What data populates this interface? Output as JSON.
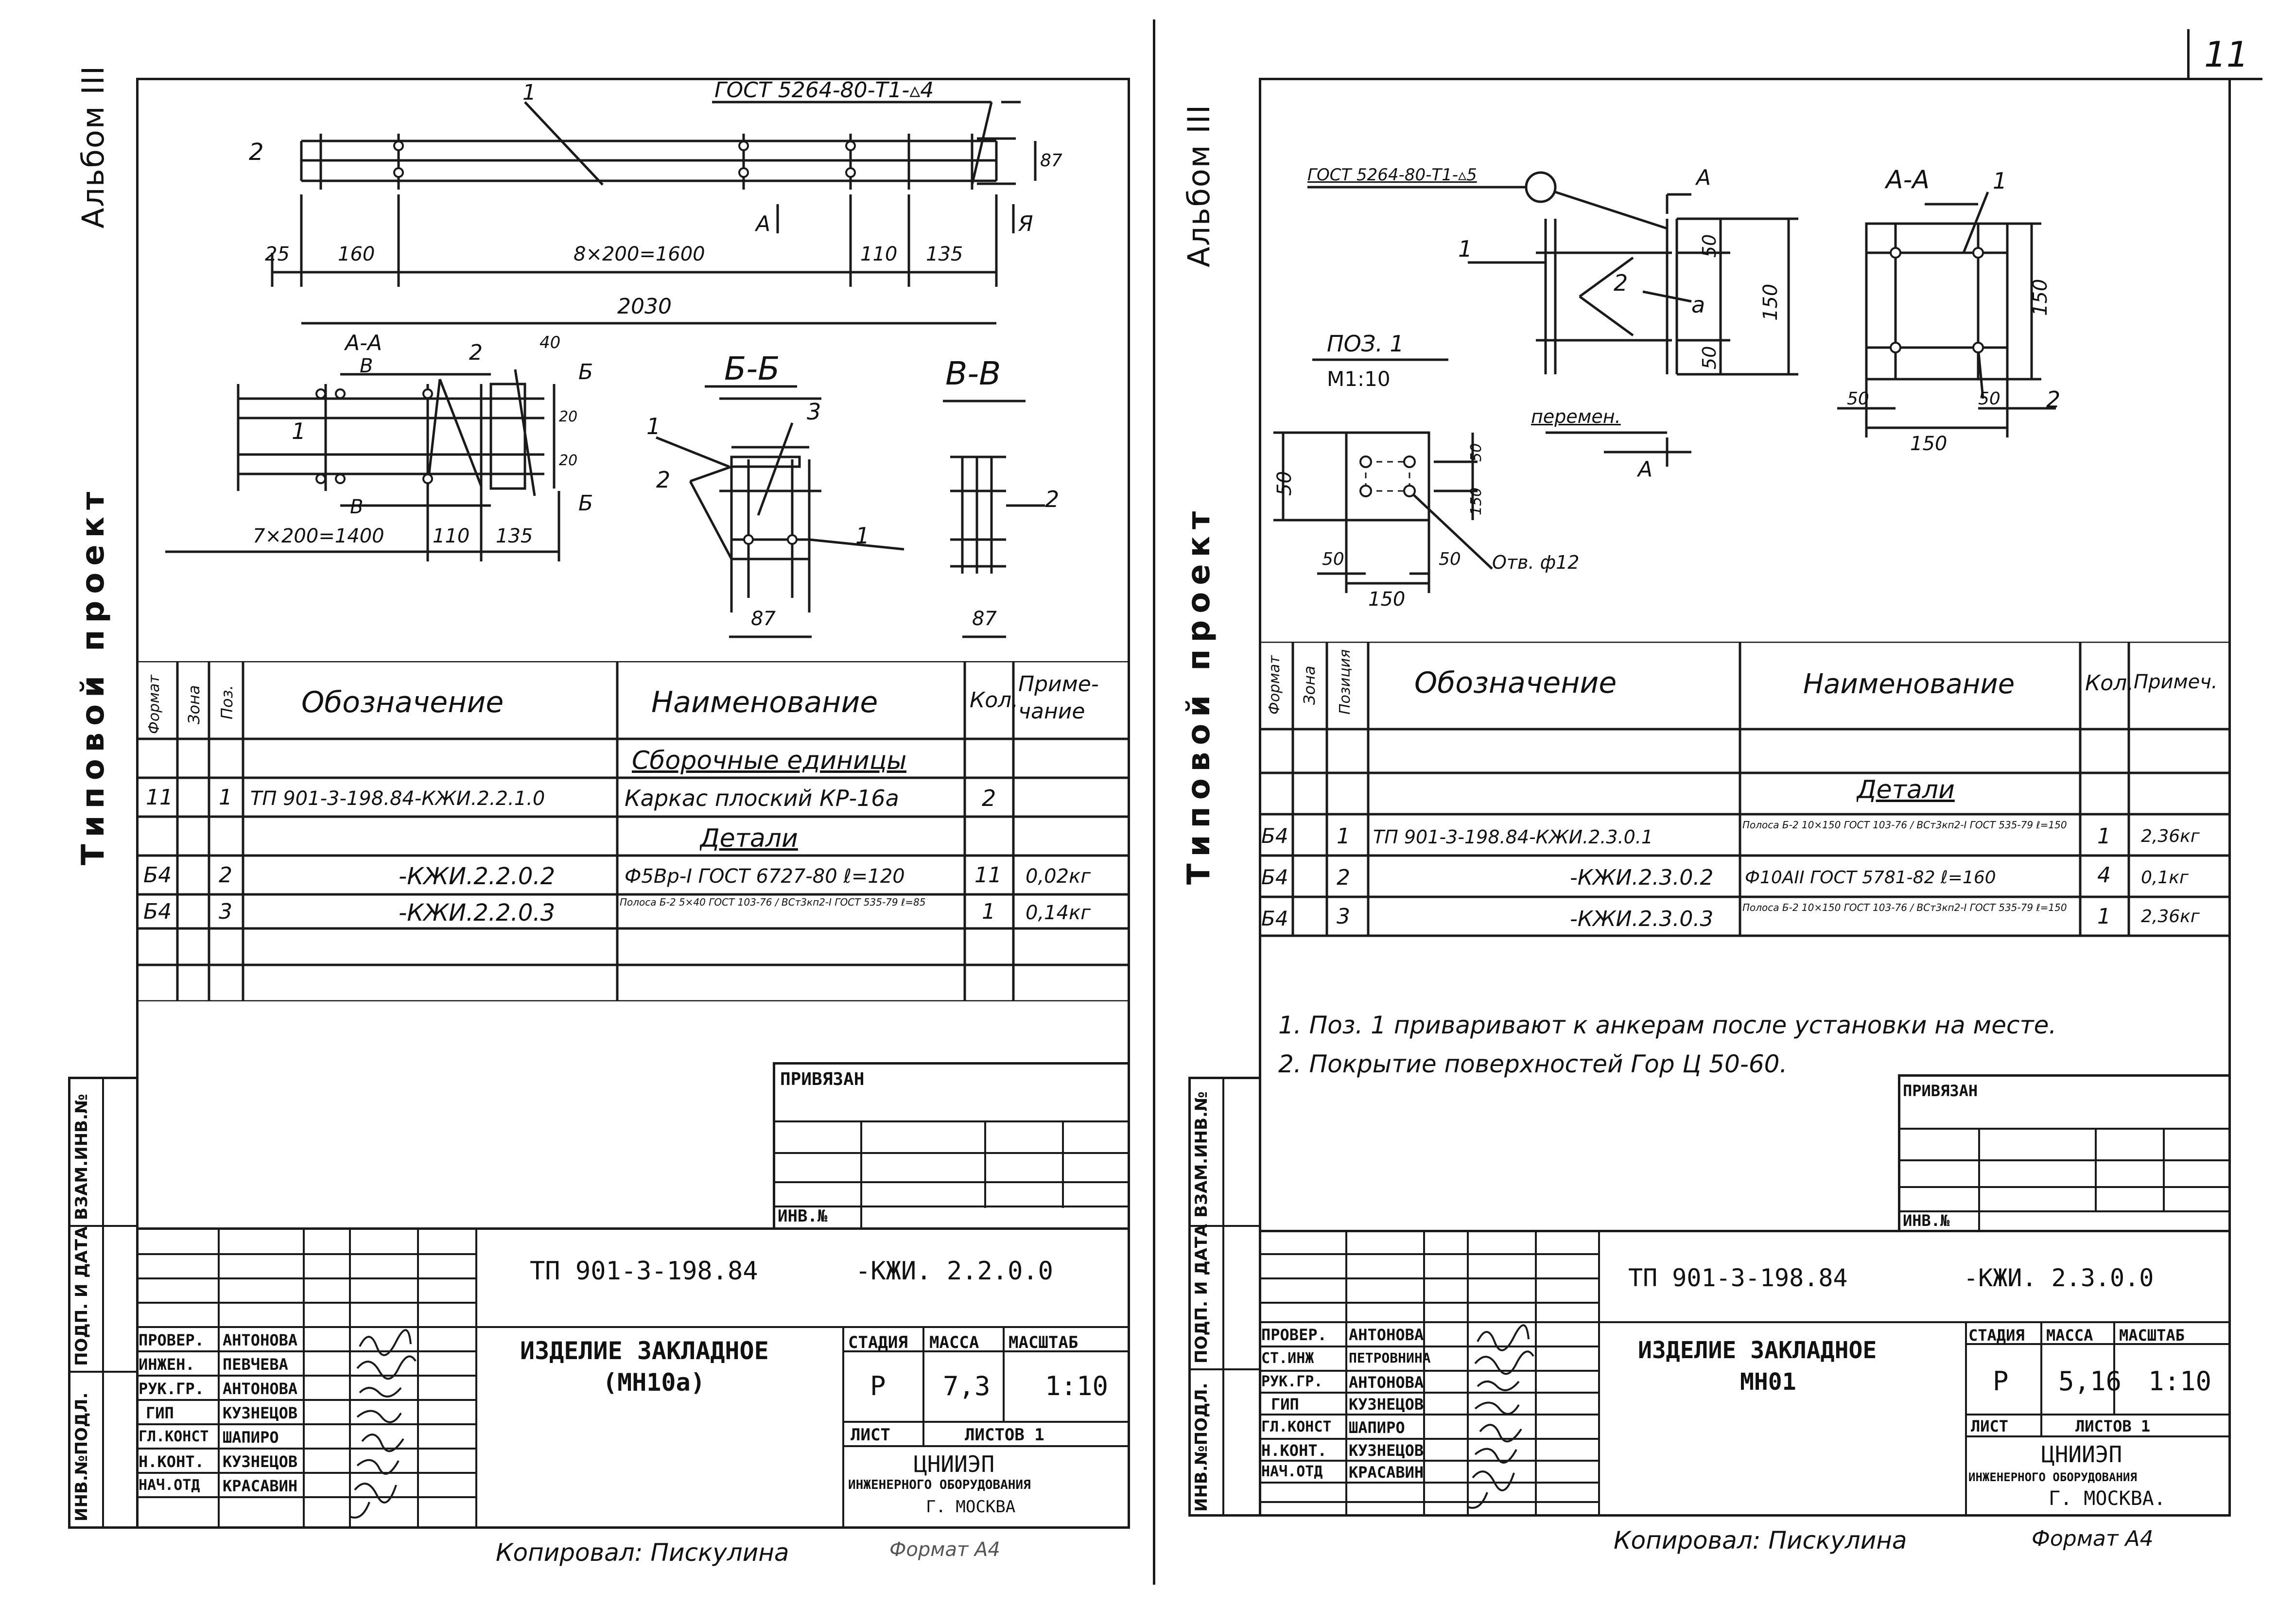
{
  "page_number": "11",
  "left": {
    "album": "Альбом III",
    "project": "Типовой проект",
    "weld_callout": "ГОСТ 5264-80-Т1-▵4",
    "drawing": {
      "labels": [
        "1",
        "2",
        "2",
        "3",
        "1",
        "2",
        "1",
        "2",
        "2",
        "40"
      ],
      "section_aa": "А-А",
      "section_bb": "Б-Б",
      "section_vv": "В-В",
      "marks": [
        "А",
        "Я",
        "В",
        "В",
        "Б",
        "Б"
      ],
      "dims": [
        "25",
        "160",
        "8×200=1600",
        "110",
        "135",
        "2030",
        "7×200=1400",
        "110",
        "135",
        "87",
        "87",
        "87",
        "20",
        "20"
      ]
    },
    "spec_header": {
      "format": "Формат",
      "zone": "Зона",
      "pos": "Поз.",
      "designation": "Обозначение",
      "name": "Наименование",
      "qty": "Кол.",
      "note": "Приме-чание"
    },
    "spec_rows": [
      {
        "format": "",
        "pos": "",
        "designation": "",
        "name": "Сборочные единицы",
        "qty": "",
        "note": ""
      },
      {
        "format": "11",
        "pos": "1",
        "designation": "ТП 901-3-198.84-КЖИ.2.2.1.0",
        "name": "Каркас плоский КР-16а",
        "qty": "2",
        "note": ""
      },
      {
        "format": "",
        "pos": "",
        "designation": "",
        "name": "Детали",
        "qty": "",
        "note": ""
      },
      {
        "format": "Б4",
        "pos": "2",
        "designation": "-КЖИ.2.2.0.2",
        "name": "Ф5Вр-I ГОСТ 6727-80 ℓ=120",
        "qty": "11",
        "note": "0,02кг"
      },
      {
        "format": "Б4",
        "pos": "3",
        "designation": "-КЖИ.2.2.0.3",
        "name": "Полоса Б-2 5×40 ГОСТ 103-76 / ВСт3кп2-I ГОСТ 535-79 ℓ=85",
        "qty": "1",
        "note": "0,14кг"
      }
    ],
    "privyazan": "ПРИВЯЗАН",
    "inv_no": "ИНВ.№",
    "side_labels": [
      "ВЗАМ.ИНВ.№",
      "ПОДП. И ДАТА",
      "ИНВ.№ПОДЛ."
    ],
    "tb_code": "ТП 901-3-198.84",
    "tb_code2": "-КЖИ. 2.2.0.0",
    "tb_title1": "ИЗДЕЛИЕ ЗАКЛАДНОЕ",
    "tb_title2": "(МН10а)",
    "tb_stage_h": "СТАДИЯ",
    "tb_mass_h": "МАССА",
    "tb_scale_h": "МАСШТАБ",
    "tb_stage": "Р",
    "tb_mass": "7,3",
    "tb_scale": "1:10",
    "tb_sheet": "ЛИСТ",
    "tb_sheets": "ЛИСТОВ 1",
    "tb_org1": "ЦНИИЭП",
    "tb_org2": "ИНЖЕНЕРНОГО ОБОРУДОВАНИЯ",
    "tb_org3": "Г. МОСКВА",
    "signers": [
      {
        "role": "ПРОВЕР.",
        "name": "АНТОНОВА"
      },
      {
        "role": "ИНЖЕН.",
        "name": "ПЕВЧЕВА"
      },
      {
        "role": "РУК.ГР.",
        "name": "АНТОНОВА"
      },
      {
        "role": "ГИП",
        "name": "КУЗНЕЦОВ"
      },
      {
        "role": "ГЛ.КОНСТ",
        "name": "ШАПИРО"
      },
      {
        "role": "Н.КОНТ.",
        "name": "КУЗНЕЦОВ"
      },
      {
        "role": "НАЧ.ОТД",
        "name": "КРАСАВИН"
      }
    ],
    "copied": "Копировал: Пискулина",
    "format": "Формат А4"
  },
  "right": {
    "album": "Альбом III",
    "project": "Типовой проект",
    "weld_callout": "ГОСТ 5264-80-Т1-▵5",
    "drawing": {
      "pos_label": "ПОЗ. 1",
      "pos_scale": "М1:10",
      "section_aa": "А-А",
      "peremen": "перемен.",
      "hole": "Отв. ф12",
      "labels": [
        "1",
        "2",
        "1",
        "2",
        "а"
      ],
      "marks": [
        "А",
        "А"
      ],
      "dims": [
        "50",
        "150",
        "50",
        "150",
        "50",
        "150",
        "50",
        "50",
        "150",
        "50",
        "50",
        "150"
      ]
    },
    "spec_header": {
      "format": "Формат",
      "zone": "Зона",
      "pos": "Позиция",
      "designation": "Обозначение",
      "name": "Наименование",
      "qty": "Кол.",
      "note": "Примеч."
    },
    "spec_rows": [
      {
        "format": "",
        "pos": "",
        "designation": "",
        "name": "Детали",
        "qty": "",
        "note": ""
      },
      {
        "format": "Б4",
        "pos": "1",
        "designation": "ТП 901-3-198.84-КЖИ.2.3.0.1",
        "name": "Полоса Б-2 10×150 ГОСТ 103-76 / ВСт3кп2-I ГОСТ 535-79 ℓ=150",
        "qty": "1",
        "note": "2,36кг"
      },
      {
        "format": "Б4",
        "pos": "2",
        "designation": "-КЖИ.2.3.0.2",
        "name": "Ф10АII ГОСТ 5781-82 ℓ=160",
        "qty": "4",
        "note": "0,1кг"
      },
      {
        "format": "Б4",
        "pos": "3",
        "designation": "-КЖИ.2.3.0.3",
        "name": "Полоса Б-2 10×150 ГОСТ 103-76 / ВСт3кп2-I ГОСТ 535-79 ℓ=150",
        "qty": "1",
        "note": "2,36кг"
      }
    ],
    "notes": [
      "1. Поз. 1 приваривают к анкерам после установки на месте.",
      "2. Покрытие поверхностей Гор Ц 50-60."
    ],
    "privyazan": "ПРИВЯЗАН",
    "inv_no": "ИНВ.№",
    "side_labels": [
      "ВЗАМ.ИНВ.№",
      "ПОДП. И ДАТА",
      "ИНВ.№ПОДЛ."
    ],
    "tb_code": "ТП 901-3-198.84",
    "tb_code2": "-КЖИ. 2.3.0.0",
    "tb_title1": "ИЗДЕЛИЕ ЗАКЛАДНОЕ",
    "tb_title2": "МН01",
    "tb_stage_h": "СТАДИЯ",
    "tb_mass_h": "МАССА",
    "tb_scale_h": "МАСШТАБ",
    "tb_stage": "Р",
    "tb_mass": "5,16",
    "tb_scale": "1:10",
    "tb_sheet": "ЛИСТ",
    "tb_sheets": "ЛИСТОВ 1",
    "tb_org1": "ЦНИИЭП",
    "tb_org2": "ИНЖЕНЕРНОГО ОБОРУДОВАНИЯ",
    "tb_org3": "Г. МОСКВА.",
    "signers": [
      {
        "role": "ПРОВЕР.",
        "name": "АНТОНОВА"
      },
      {
        "role": "СТ.ИНЖ",
        "name": "ПЕТРОВНИНА"
      },
      {
        "role": "РУК.ГР.",
        "name": "АНТОНОВА"
      },
      {
        "role": "ГИП",
        "name": "КУЗНЕЦОВ"
      },
      {
        "role": "ГЛ.КОНСТ",
        "name": "ШАПИРО"
      },
      {
        "role": "Н.КОНТ.",
        "name": "КУЗНЕЦОВ"
      },
      {
        "role": "НАЧ.ОТД",
        "name": "КРАСАВИН"
      }
    ],
    "copied": "Копировал: Пискулина",
    "format": "Формат А4"
  }
}
